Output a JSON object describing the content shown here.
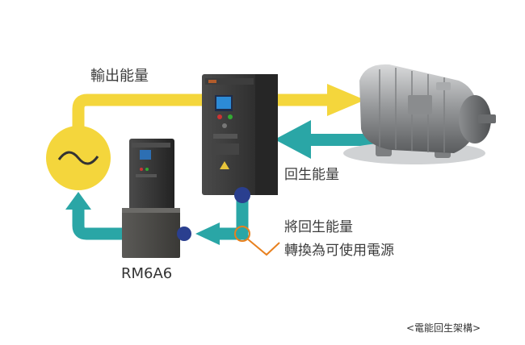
{
  "labels": {
    "output_energy": "輸出能量",
    "regen_energy": "回生能量",
    "convert_line1": "將回生能量",
    "convert_line2": "轉換為可使用電源",
    "model": "RM6A6",
    "caption": "<電能回生架構>"
  },
  "icons": {
    "source": "ac-source-icon",
    "drive": "inverter-drive-icon",
    "unit": "regen-unit-icon",
    "motor": "motor-icon"
  },
  "colors": {
    "yellow_flow": "#f4d63c",
    "teal_flow": "#2aa6a6",
    "node": "#2a3f8f",
    "callout": "#e8801e",
    "device": "#3a3a3a"
  }
}
